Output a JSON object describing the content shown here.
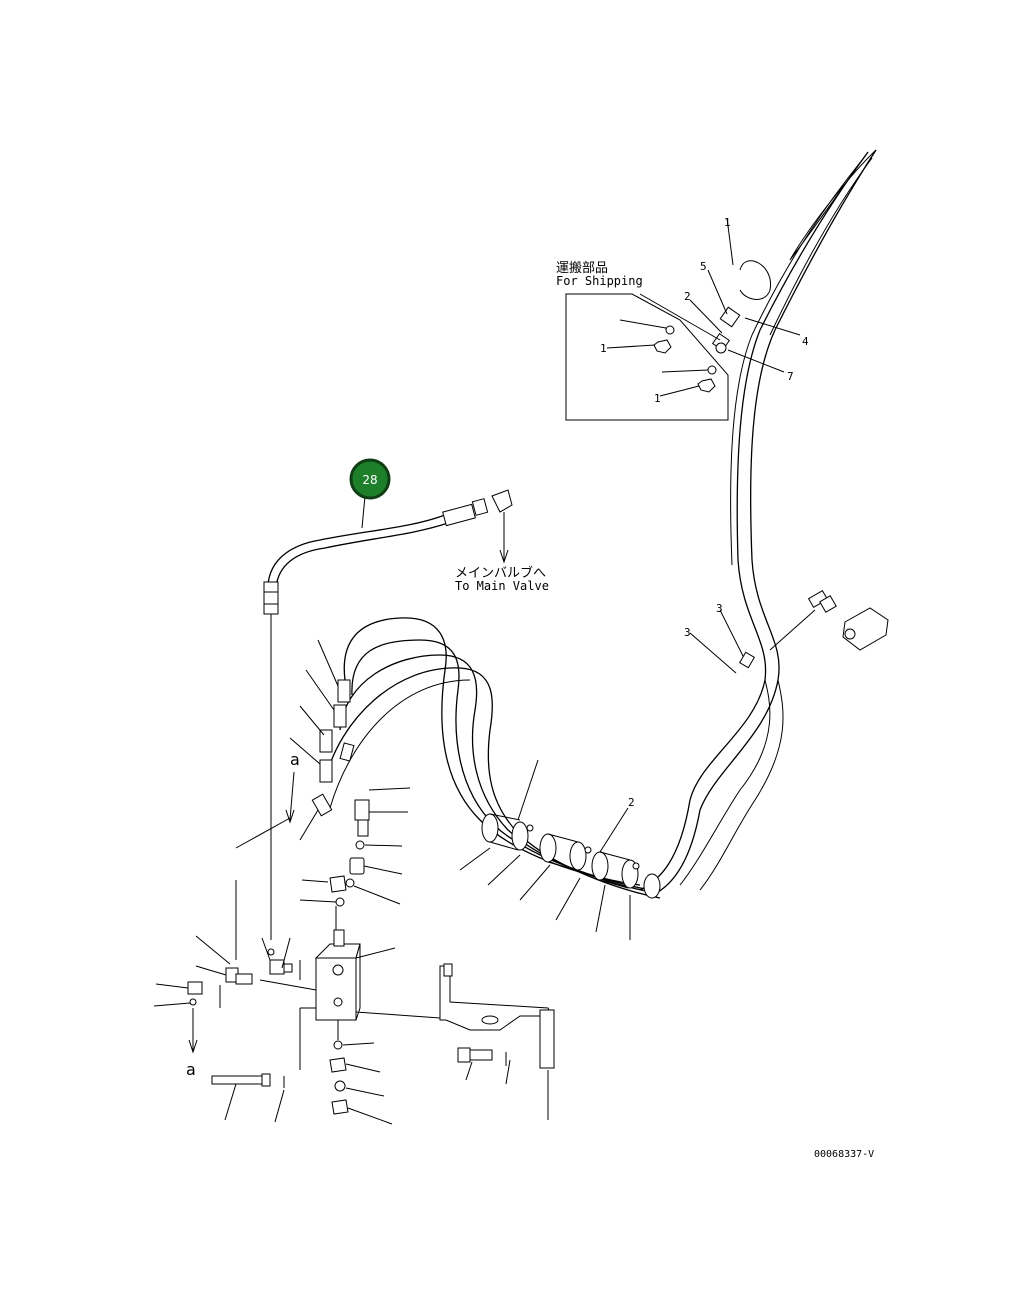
{
  "callout": {
    "number": "28",
    "color": "#1e7f2a",
    "border": "#0f3d14"
  },
  "shipping": {
    "label_jp": "運搬部品",
    "label_en": "For Shipping"
  },
  "main_valve": {
    "label_jp": "メインバルブへ",
    "label_en": "To Main Valve"
  },
  "view_markers": {
    "upper": "a",
    "lower": "a"
  },
  "drawing_number": "00068337-V",
  "icons": [
    "hose-assembly",
    "elbow-fitting",
    "connector",
    "valve-block",
    "bracket",
    "bolt",
    "o-ring",
    "plug",
    "clamp-band"
  ]
}
